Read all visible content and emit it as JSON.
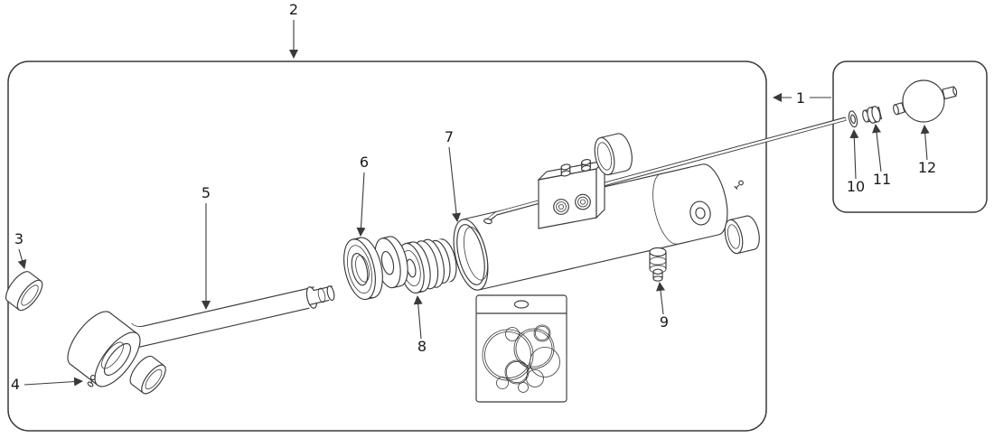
{
  "colors": {
    "line": "#3a3a3a",
    "background": "#ffffff"
  },
  "callouts": {
    "n1": "1",
    "n2": "2",
    "n3": "3",
    "n4": "4",
    "n5": "5",
    "n6": "6",
    "n7": "7",
    "n8": "8",
    "n9": "9",
    "n10": "10",
    "n11": "11",
    "n12": "12"
  }
}
